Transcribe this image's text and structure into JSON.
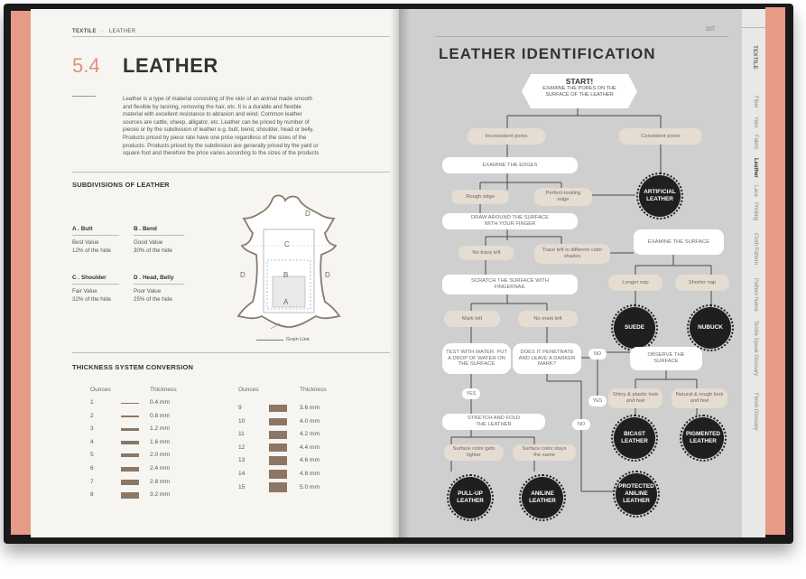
{
  "left": {
    "header": {
      "section": "TEXTILE",
      "dot": "·",
      "chapter": "LEATHER"
    },
    "section_number": "5.4",
    "section_title": "LEATHER",
    "intro_lines": [
      "Leather is a type of material consisting of the skin of an animal made smooth",
      "and flexible by tanning, removing the hair, etc. It is a durable and flexible",
      "material with excellent resistance to abrasion and wind. Common leather",
      "sources are cattle, sheep, alligator, etc. Leather can be priced by number of",
      "pieces or by the subdivision of leather e.g. butt, bend, shoulder, head or belly.",
      "Products priced by piece rate have one price regardless of the sizes of the",
      "products. Products priced by the subdivision are generally priced by the yard or",
      "square foot and therefore the price varies according to the sizes of the products"
    ],
    "subdivisions": {
      "title": "SUBDIVISIONS OF LEATHER",
      "items": [
        {
          "name": "A . Butt",
          "value": "Best Value",
          "share": "12% of the hide"
        },
        {
          "name": "B . Bend",
          "value": "Good Value",
          "share": "30% of the hide"
        },
        {
          "name": "C . Shoulder",
          "value": "Fair Value",
          "share": "32% of the hide"
        },
        {
          "name": "D . Head, Belly",
          "value": "Poor Value",
          "share": "25% of the hide"
        }
      ],
      "hide_labels": {
        "a": "A",
        "b": "B",
        "c": "C",
        "d": "D"
      },
      "grain_line": "Grain Line"
    },
    "thickness": {
      "title": "THICKNESS SYSTEM CONVERSION",
      "col_ounces": "Ounces",
      "col_thickness": "Thickness",
      "rows_left": [
        {
          "oz": "1",
          "mm": "0.4 mm",
          "level": 0.4
        },
        {
          "oz": "2",
          "mm": "0.8 mm",
          "level": 0.8
        },
        {
          "oz": "3",
          "mm": "1.2 mm",
          "level": 1.2
        },
        {
          "oz": "4",
          "mm": "1.6 mm",
          "level": 1.6
        },
        {
          "oz": "5",
          "mm": "2.0 mm",
          "level": 2.0
        },
        {
          "oz": "6",
          "mm": "2.4 mm",
          "level": 2.4
        },
        {
          "oz": "7",
          "mm": "2.8 mm",
          "level": 2.8
        },
        {
          "oz": "8",
          "mm": "3.2 mm",
          "level": 3.2
        }
      ],
      "rows_right": [
        {
          "oz": "9",
          "mm": "3.6 mm",
          "level": 3.6
        },
        {
          "oz": "10",
          "mm": "4.0 mm",
          "level": 4.0
        },
        {
          "oz": "11",
          "mm": "4.2 mm",
          "level": 4.2
        },
        {
          "oz": "12",
          "mm": "4.4 mm",
          "level": 4.4
        },
        {
          "oz": "13",
          "mm": "4.6 mm",
          "level": 4.6
        },
        {
          "oz": "14",
          "mm": "4.8 mm",
          "level": 4.8
        },
        {
          "oz": "15",
          "mm": "5.0 mm",
          "level": 5.0
        }
      ]
    }
  },
  "right": {
    "page_number": "207",
    "title": "LEATHER IDENTIFICATION",
    "side_tab": "TEXTILE",
    "side_index": [
      "Fiber",
      "Yarn",
      "Fabric",
      "Leather",
      "Lace",
      "Printing",
      "Cloth Pattern",
      "Pattern Name",
      "Textile Speak Glossary",
      "Finish Glossary"
    ],
    "flow": {
      "start": "START!",
      "start_sub": "EXAMINE THE PORES ON THE SURFACE OF THE LEATHER",
      "inconsistent": "Inconsistent pores",
      "consistent": "Consistent pores",
      "examine_edges": "EXAMINE THE EDGES",
      "rough_edge": "Rough edge",
      "perfect_edge": "Perfect-looking edge",
      "artificial": "ARTIFICIAL LEATHER",
      "draw_around": "DRAW AROUND THE SURFACE WITH YOUR FINGER",
      "examine_surface": "EXAMINE THE SURFACE",
      "no_trace": "No trace left",
      "trace_left": "Trace left in different color shades",
      "longer_nap": "Longer nap",
      "shorter_nap": "Shorter nap",
      "scratch": "SCRATCH THE SURFACE WITH FINGERNAIL",
      "suede": "SUEDE",
      "nubuck": "NUBUCK",
      "mark_left": "Mark left",
      "no_mark_left": "No mark left",
      "test_water": "TEST WITH WATER: PUT A DROP OF WATER ON THE SURFACE",
      "penetrate": "DOES IT PENETRATE AND LEAVE A DARKER MARK?",
      "no1": "NO",
      "observe": "OBSERVE THE SURFACE",
      "yes1": "YES",
      "shiny": "Shiny & plastic look and feel",
      "natural": "Natural & rough look and feel",
      "yes2": "YES",
      "no2": "NO",
      "stretch": "STRETCH AND FOLD THE LEATHER",
      "bicast": "BICAST LEATHER",
      "pigmented": "PIGMENTED LEATHER",
      "lighter": "Surface color gets lighter",
      "stays": "Surface color stays the same",
      "pullup": "PULL-UP LEATHER",
      "aniline": "ANILINE LEATHER",
      "protected": "PROTECTED ANILINE LEATHER"
    }
  },
  "colors": {
    "accent": "#e0917b",
    "page_edge": "#e79a86",
    "leather_bar": "#8c7664",
    "flow_bg": "#cfcfcf",
    "badge": "#1f1f1f",
    "pill_beige": "#e5dcd2"
  }
}
